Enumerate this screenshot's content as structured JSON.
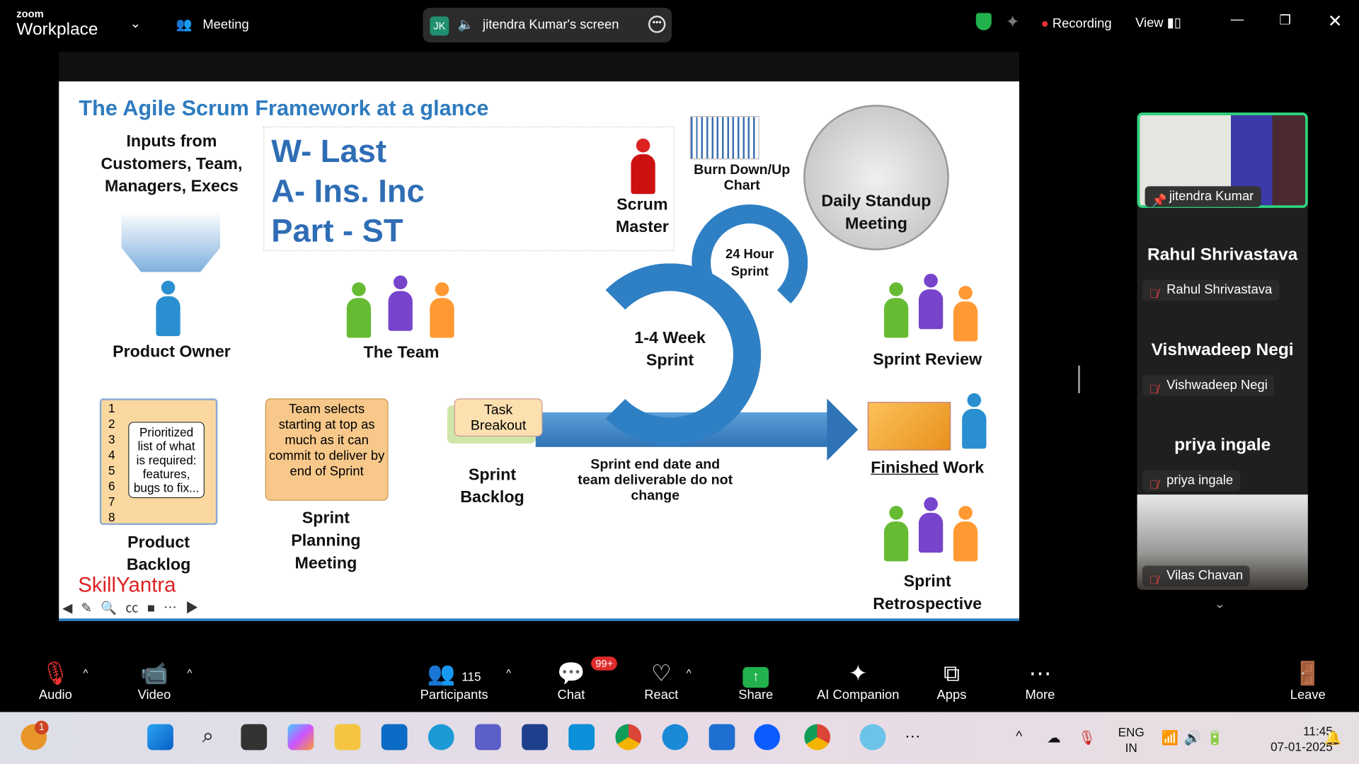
{
  "topbar": {
    "logo_small": "zoom",
    "logo_big": "Workplace",
    "meeting_label": "Meeting",
    "sharer_initials": "JK",
    "sharer_label": "jitendra Kumar's screen",
    "recording_label": "Recording",
    "view_label": "View"
  },
  "slide": {
    "title": "The Agile Scrum Framework at a glance",
    "inputs": "Inputs from Customers, Team, Managers, Execs",
    "annotation": [
      "W- Last",
      "A- Ins. Inc",
      "Part - ST"
    ],
    "scrum_master": "Scrum Master",
    "burndown": "Burn Down/Up Chart",
    "standup": "Daily Standup Meeting",
    "hour_sprint": "24 Hour Sprint",
    "week_sprint": "1-4 Week Sprint",
    "product_owner": "Product Owner",
    "the_team": "The Team",
    "sprint_review": "Sprint Review",
    "backlog_numbers": [
      "1",
      "2",
      "3",
      "4",
      "5",
      "6",
      "7",
      "8"
    ],
    "backlog_note": "Prioritized list of what is required: features, bugs to fix...",
    "planning_note": "Team selects starting at top as much as it can commit to deliver by end of Sprint",
    "task_breakout": "Task Breakout",
    "product_backlog": "Product Backlog",
    "sprint_planning": "Sprint Planning Meeting",
    "sprint_backlog": "Sprint Backlog",
    "sprint_end_note": "Sprint end date and team deliverable do not change",
    "finished_underlined": "Finished",
    "finished_rest": " Work",
    "retrospective": "Sprint Retrospective",
    "watermark": "SkillYantra",
    "colors": {
      "title": "#2e7bbf",
      "annotation": "#2f6db5",
      "arrow": "#2f7fc4"
    }
  },
  "participants_panel": {
    "tiles": [
      {
        "name": "jitendra Kumar",
        "type": "video",
        "active": true
      },
      {
        "name": "Rahul Shrivastava",
        "type": "name"
      },
      {
        "name": "Vishwadeep Negi",
        "type": "name"
      },
      {
        "name": "priya ingale",
        "type": "name"
      },
      {
        "name": "Vilas Chavan",
        "type": "video"
      }
    ]
  },
  "toolbar": {
    "audio": "Audio",
    "video": "Video",
    "participants": "Participants",
    "participants_count": "115",
    "chat": "Chat",
    "chat_badge": "99+",
    "react": "React",
    "share": "Share",
    "ai": "AI Companion",
    "apps": "Apps",
    "more": "More",
    "leave": "Leave"
  },
  "taskbar": {
    "notif_badge": "1",
    "lang1": "ENG",
    "lang2": "IN",
    "time": "11:45",
    "date": "07-01-2025"
  }
}
